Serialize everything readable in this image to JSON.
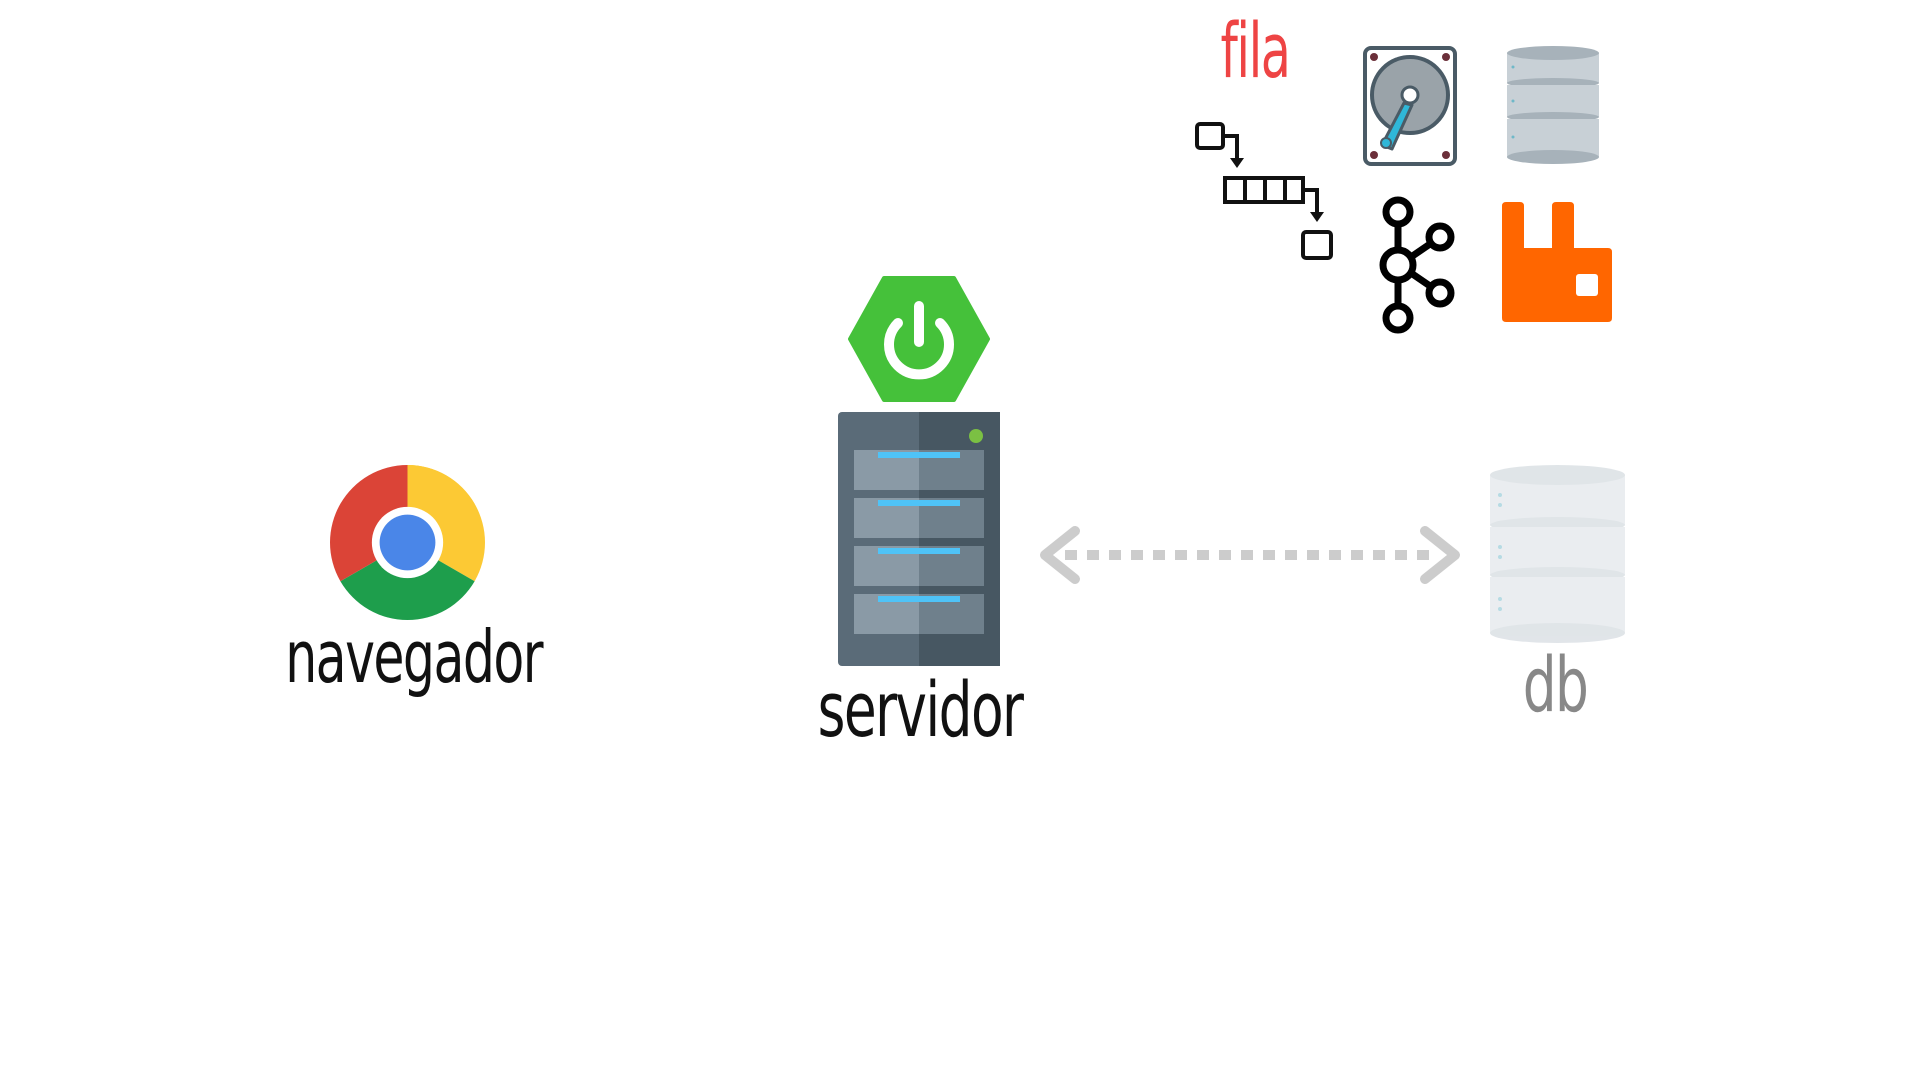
{
  "labels": {
    "browser": "navegador",
    "server": "servidor",
    "database": "db",
    "queue": "fila"
  },
  "icons": {
    "browser": "chrome-icon",
    "framework": "spring-boot-icon",
    "server": "server-rack-icon",
    "database": "database-icon",
    "queue_diagram": "queue-diagram-icon",
    "disk": "hard-disk-icon",
    "database_small": "database-stack-icon",
    "kafka": "kafka-icon",
    "rabbitmq": "rabbitmq-icon",
    "connection": "bidirectional-dashed-arrow"
  },
  "colors": {
    "spring_green": "#45c13a",
    "queue_red": "#ee4444",
    "rabbit_orange": "#ff6600",
    "arrow_gray": "#cccccc",
    "db_label_gray": "#888888"
  }
}
